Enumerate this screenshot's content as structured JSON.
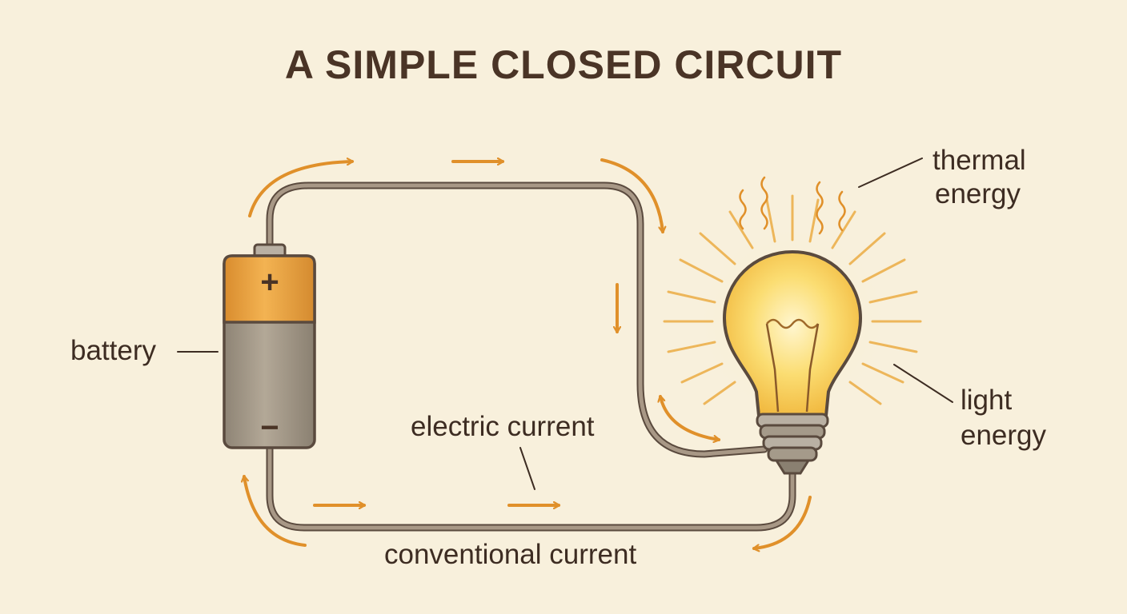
{
  "title": "A SIMPLE CLOSED CIRCUIT",
  "labels": {
    "battery": "battery",
    "thermal_line1": "thermal",
    "thermal_line2": "energy",
    "light_line1": "light",
    "light_line2": "energy",
    "electric_current": "electric current",
    "conventional_current": "conventional current"
  },
  "battery_terminals": {
    "positive": "+",
    "negative": "−"
  },
  "colors": {
    "background": "#f8f0dc",
    "wire": "#8a7a6a",
    "arrow": "#e0902a",
    "battery_top": "#eba445",
    "battery_body": "#a59a8a",
    "bulb_glass": "#f7cf52",
    "rays": "#edb65a",
    "text": "#3d2c22"
  }
}
